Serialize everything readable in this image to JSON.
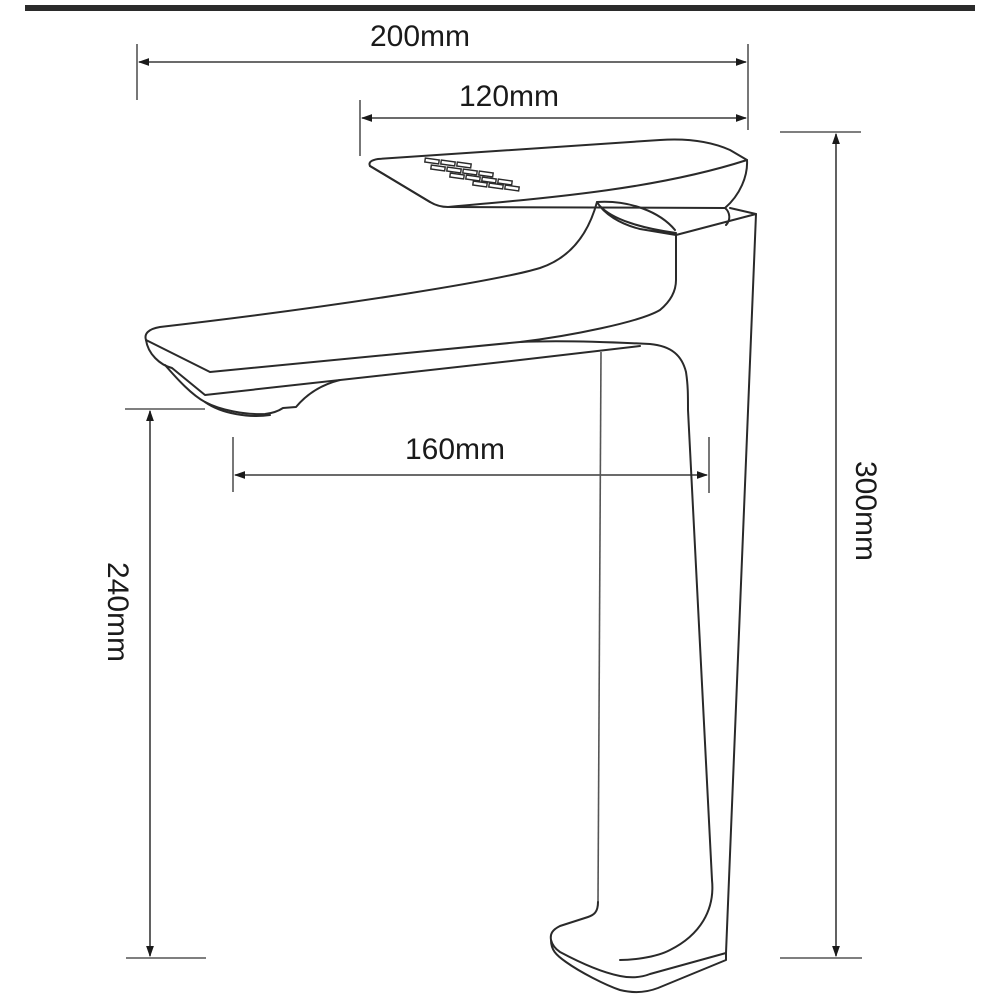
{
  "drawing": {
    "subject": "Single-lever basin faucet (tall) – side elevation",
    "line_color": "#2a2a2a",
    "background": "#ffffff",
    "top_rule_color": "#2b2b2b"
  },
  "dimensions": {
    "overall_width": {
      "label": "200mm",
      "value": 200,
      "unit": "mm"
    },
    "handle_length": {
      "label": "120mm",
      "value": 120,
      "unit": "mm"
    },
    "overall_height": {
      "label": "300mm",
      "value": 300,
      "unit": "mm"
    },
    "spout_height": {
      "label": "240mm",
      "value": 240,
      "unit": "mm"
    },
    "spout_reach": {
      "label": "160mm",
      "value": 160,
      "unit": "mm"
    }
  }
}
